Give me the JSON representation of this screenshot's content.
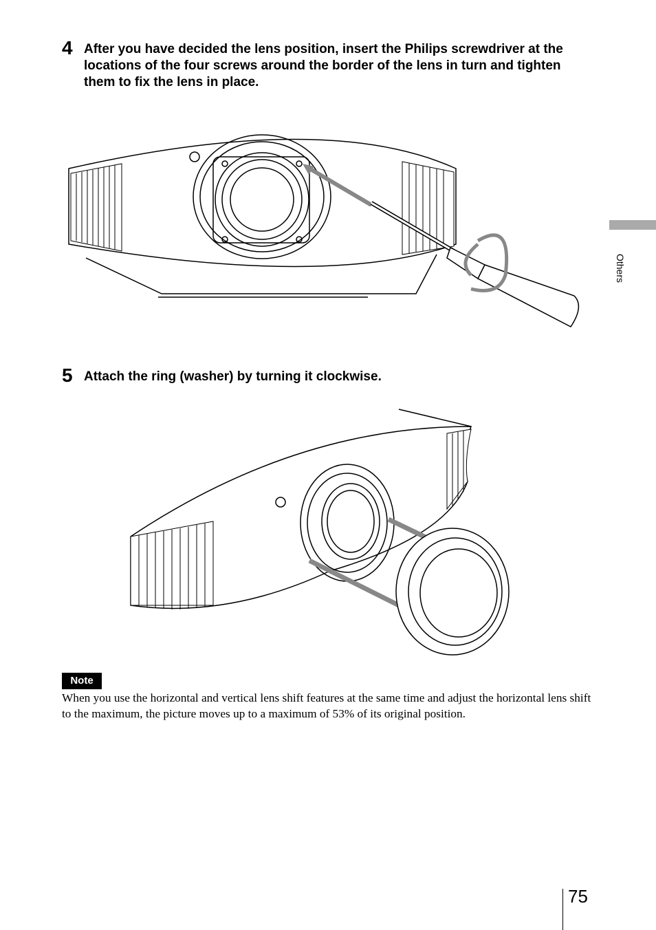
{
  "steps": [
    {
      "number": "4",
      "text": "After you have decided the lens position, insert the Philips screwdriver at the locations of the four screws around the border of the lens in turn and tighten them to fix the lens in place."
    },
    {
      "number": "5",
      "text": "Attach the ring (washer) by turning it clockwise."
    }
  ],
  "note": {
    "label": "Note",
    "text": "When you use the horizontal and vertical lens shift features at the same time and adjust the horizontal lens shift to the maximum, the picture moves up to a maximum of 53% of its original position."
  },
  "sidebar": {
    "section_label": "Others"
  },
  "page_number": "75"
}
